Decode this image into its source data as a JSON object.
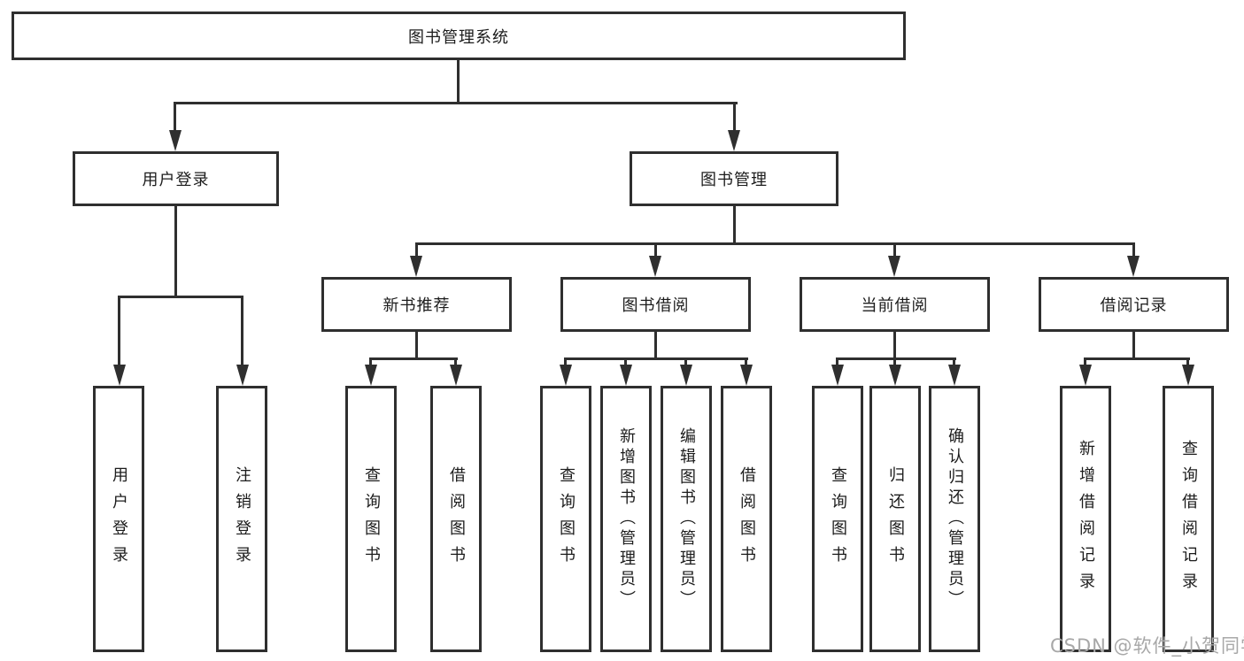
{
  "nodes": {
    "root": "图书管理系统",
    "login": "用户登录",
    "mgmt": "图书管理",
    "l2": [
      "新书推荐",
      "图书借阅",
      "当前借阅",
      "借阅记录"
    ],
    "login_leaves": [
      "用户登录",
      "注销登录"
    ],
    "recommend_leaves": [
      "查询图书",
      "借阅图书"
    ],
    "borrow_leaves": [
      "查询图书",
      "新增图书（管理员）",
      "编辑图书（管理员）",
      "借阅图书"
    ],
    "current_leaves": [
      "查询图书",
      "归还图书",
      "确认归还（管理员）"
    ],
    "records_leaves": [
      "新增借阅记录",
      "查询借阅记录"
    ]
  },
  "watermark": "CSDN @软件_小贺同学",
  "colors": {
    "line": "#2f2f2f",
    "box_border": "#2f2f2f",
    "text": "#1c1c1c",
    "watermark": "#a8a8a8",
    "background": "#ffffff"
  }
}
